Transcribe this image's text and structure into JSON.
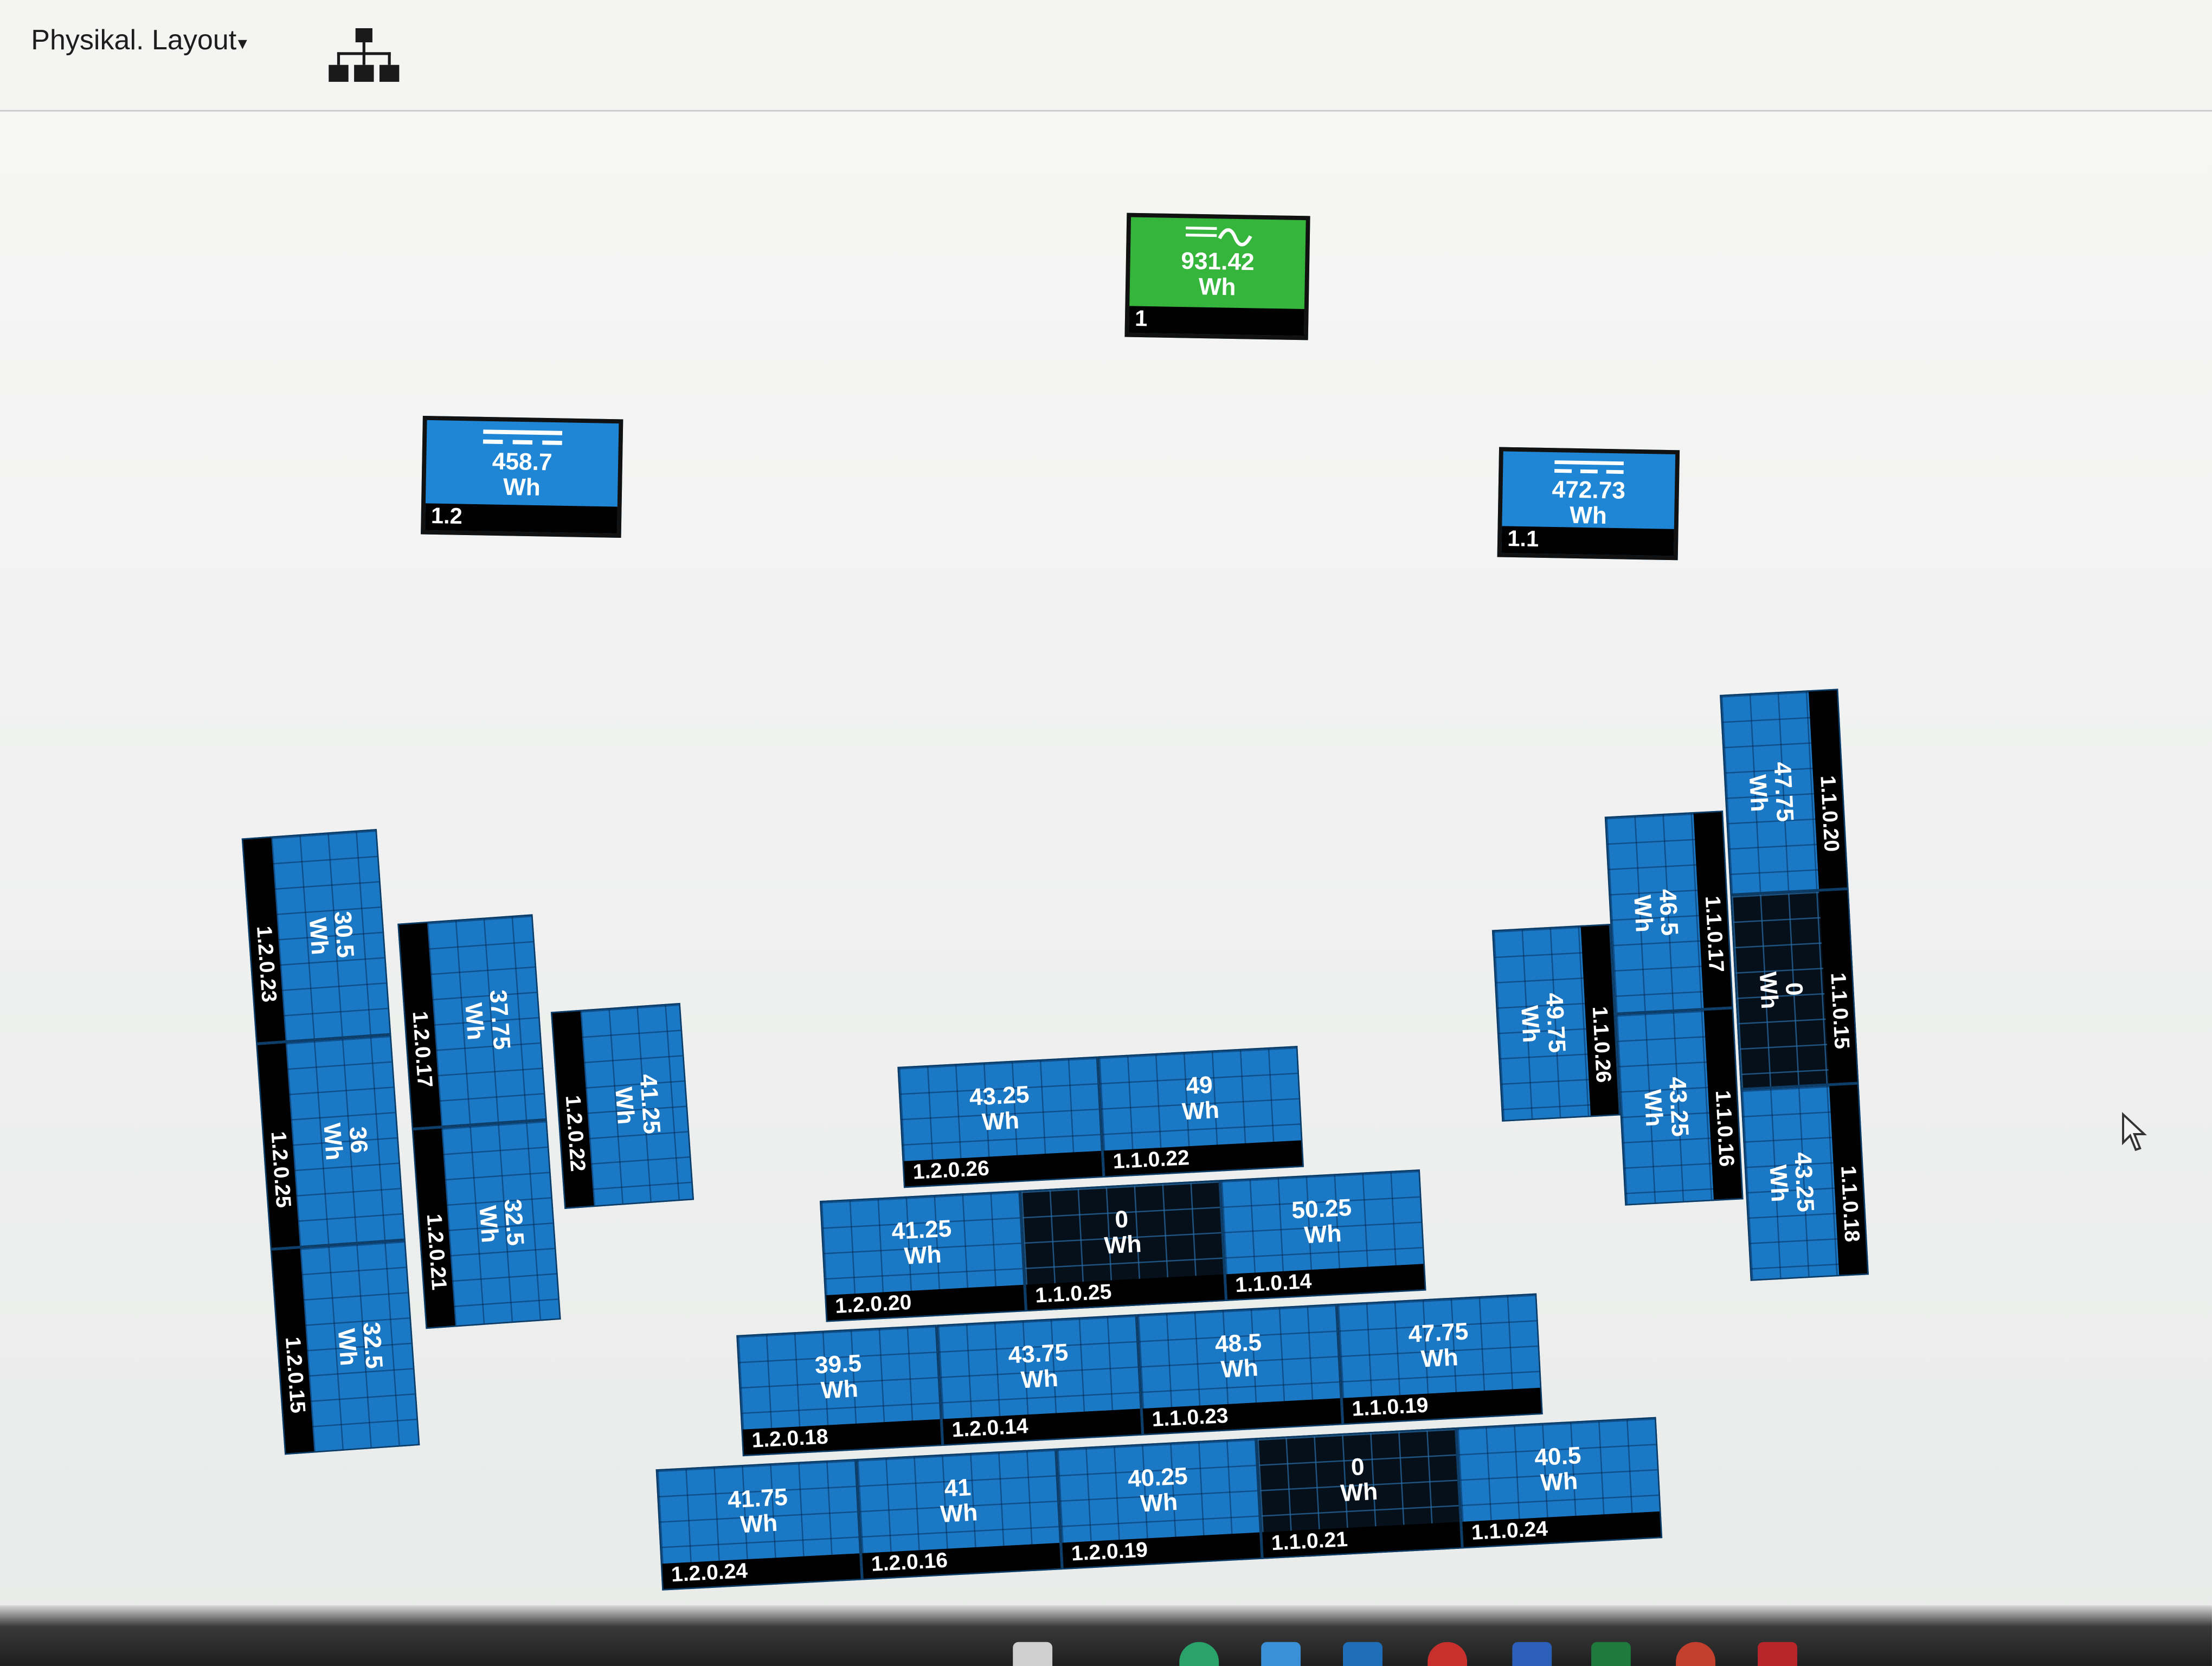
{
  "header": {
    "layout_select_label": "Physikal. Layout",
    "layout_caret": "▾"
  },
  "devices": {
    "root": {
      "id": "1",
      "value": "931.42\nWh"
    },
    "inv_1_2": {
      "id": "1.2",
      "value": "458.7\nWh"
    },
    "inv_1_1": {
      "id": "1.1",
      "value": "472.73\nWh"
    }
  },
  "panels_left": [
    {
      "id": "1.2.0.23",
      "value": "30.5\nWh",
      "dark": false
    },
    {
      "id": "1.2.0.25",
      "value": "36\nWh",
      "dark": false
    },
    {
      "id": "1.2.0.15",
      "value": "32.5\nWh",
      "dark": false
    },
    {
      "id": "1.2.0.17",
      "value": "37.75\nWh",
      "dark": false
    },
    {
      "id": "1.2.0.21",
      "value": "32.5\nWh",
      "dark": false
    },
    {
      "id": "1.2.0.22",
      "value": "41.25\nWh",
      "dark": false
    }
  ],
  "panels_mid": [
    {
      "id": "1.2.0.26",
      "value": "43.25\nWh",
      "dark": false
    },
    {
      "id": "1.1.0.22",
      "value": "49\nWh",
      "dark": false
    },
    {
      "id": "1.2.0.20",
      "value": "41.25\nWh",
      "dark": false
    },
    {
      "id": "1.1.0.25",
      "value": "0\nWh",
      "dark": true
    },
    {
      "id": "1.1.0.14",
      "value": "50.25\nWh",
      "dark": false
    },
    {
      "id": "1.2.0.18",
      "value": "39.5\nWh",
      "dark": false
    },
    {
      "id": "1.2.0.14",
      "value": "43.75\nWh",
      "dark": false
    },
    {
      "id": "1.1.0.23",
      "value": "48.5\nWh",
      "dark": false
    },
    {
      "id": "1.1.0.19",
      "value": "47.75\nWh",
      "dark": false
    },
    {
      "id": "1.2.0.24",
      "value": "41.75\nWh",
      "dark": false
    },
    {
      "id": "1.2.0.16",
      "value": "41\nWh",
      "dark": false
    },
    {
      "id": "1.2.0.19",
      "value": "40.25\nWh",
      "dark": false
    },
    {
      "id": "1.1.0.21",
      "value": "0\nWh",
      "dark": true
    },
    {
      "id": "1.1.0.24",
      "value": "40.5\nWh",
      "dark": false
    }
  ],
  "panels_right": [
    {
      "id": "1.1.0.20",
      "value": "47.75\nWh",
      "dark": false
    },
    {
      "id": "1.1.0.15",
      "value": "0\nWh",
      "dark": true
    },
    {
      "id": "1.1.0.18",
      "value": "43.25\nWh",
      "dark": false
    },
    {
      "id": "1.1.0.17",
      "value": "46.5\nWh",
      "dark": false
    },
    {
      "id": "1.1.0.16",
      "value": "43.25\nWh",
      "dark": false
    },
    {
      "id": "1.1.0.26",
      "value": "49.75\nWh",
      "dark": false
    }
  ],
  "colors": {
    "panel_blue": "#1b78c4",
    "panel_dark": "#06101a",
    "inverter_blue": "#1f86d6",
    "root_green": "#36b53c"
  },
  "icons": {
    "hierarchy": "sitemap-icon",
    "root_device": "ac-sine-icon",
    "inverter": "dc-lines-icon",
    "cursor": "mouse-pointer-icon"
  }
}
